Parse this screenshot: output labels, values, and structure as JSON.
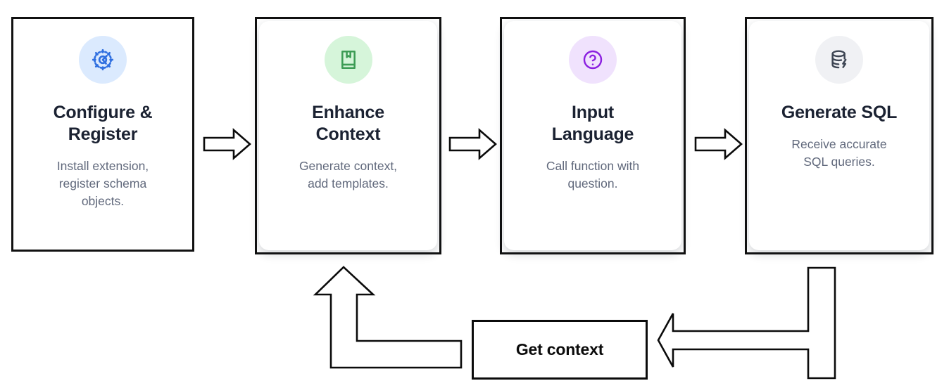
{
  "diagram": {
    "type": "flowchart",
    "steps": [
      {
        "title": "Configure &\nRegister",
        "description": "Install extension,\nregister schema\nobjects.",
        "icon": "gear-icon",
        "icon_color": "#2f6fe0",
        "icon_bg": "#dbeafe",
        "card_style": "square"
      },
      {
        "title": "Enhance\nContext",
        "description": "Generate context,\nadd templates.",
        "icon": "book-bookmark-icon",
        "icon_color": "#3d9c55",
        "icon_bg": "#d6f5da",
        "card_style": "rounded"
      },
      {
        "title": "Input\nLanguage",
        "description": "Call function with\nquestion.",
        "icon": "question-circle-icon",
        "icon_color": "#8b1fe0",
        "icon_bg": "#f0e2fd",
        "card_style": "rounded"
      },
      {
        "title": "Generate SQL",
        "description": "Receive accurate\nSQL queries.",
        "icon": "database-bolt-icon",
        "icon_color": "#3d4553",
        "icon_bg": "#f0f1f4",
        "card_style": "rounded"
      }
    ],
    "connectors": [
      {
        "name": "arrow-step1-to-step2",
        "direction": "right"
      },
      {
        "name": "arrow-step2-to-step3",
        "direction": "right"
      },
      {
        "name": "arrow-step3-to-step4",
        "direction": "right"
      },
      {
        "name": "arrow-step4-to-get-context",
        "direction": "elbow-down-left"
      },
      {
        "name": "arrow-get-context-to-step2",
        "direction": "elbow-left-up"
      }
    ],
    "feedback_box": {
      "label": "Get context"
    },
    "stroke_color": "#0b0b0b",
    "background": "#ffffff"
  }
}
